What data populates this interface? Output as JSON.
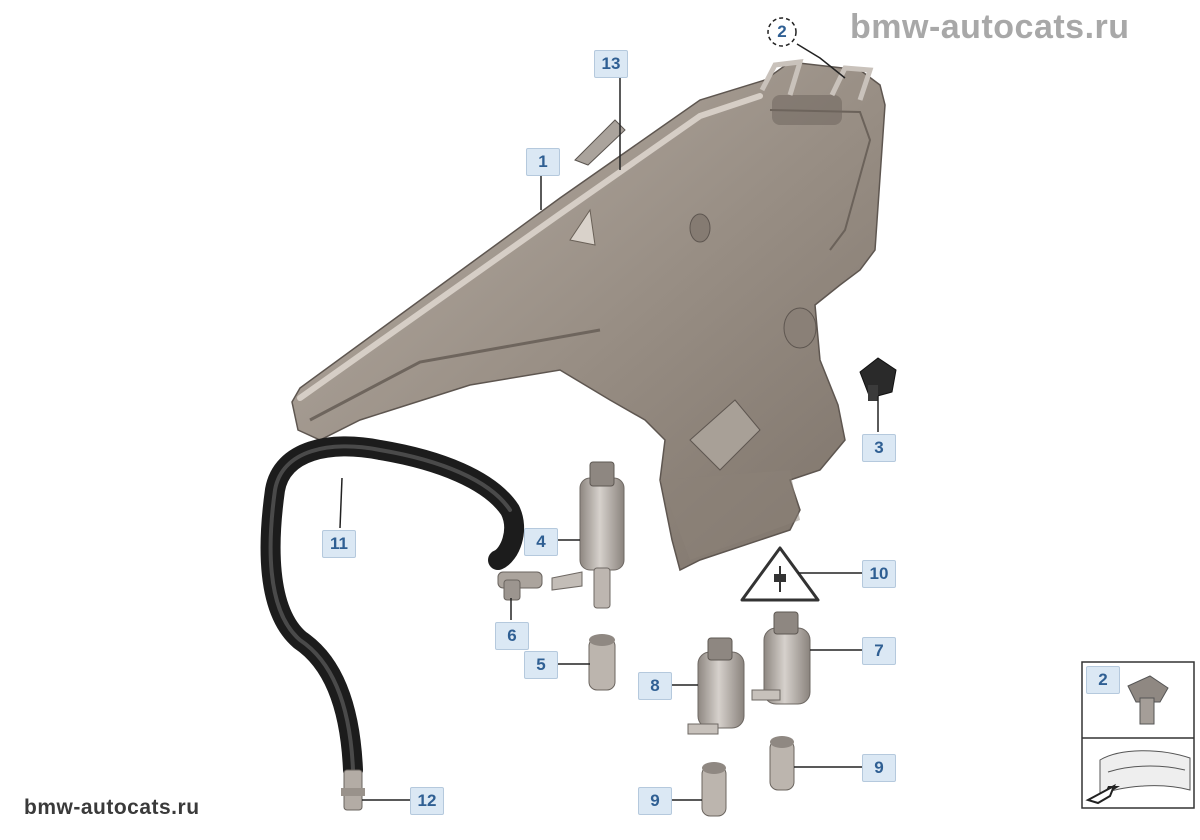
{
  "watermark": {
    "top": "bmw-autocats.ru",
    "bottom": "bmw-autocats.ru"
  },
  "callouts": [
    {
      "id": "c2_top",
      "label": "2"
    },
    {
      "id": "c13",
      "label": "13"
    },
    {
      "id": "c1",
      "label": "1"
    },
    {
      "id": "c3",
      "label": "3"
    },
    {
      "id": "c11",
      "label": "11"
    },
    {
      "id": "c4",
      "label": "4"
    },
    {
      "id": "c10",
      "label": "10"
    },
    {
      "id": "c6",
      "label": "6"
    },
    {
      "id": "c5",
      "label": "5"
    },
    {
      "id": "c7",
      "label": "7"
    },
    {
      "id": "c8",
      "label": "8"
    },
    {
      "id": "c9a",
      "label": "9"
    },
    {
      "id": "c9b",
      "label": "9"
    },
    {
      "id": "c12",
      "label": "12"
    },
    {
      "id": "c2_legend",
      "label": "2"
    }
  ],
  "icons": {
    "warning": "electrical-warning-icon",
    "arrow": "direction-arrow-icon"
  },
  "colors": {
    "callout_bg": "#dbe8f4",
    "callout_text": "#2f5f93",
    "tank": "#9c9288",
    "hose": "#1e1e1e",
    "pump": "#b9b3ad"
  }
}
